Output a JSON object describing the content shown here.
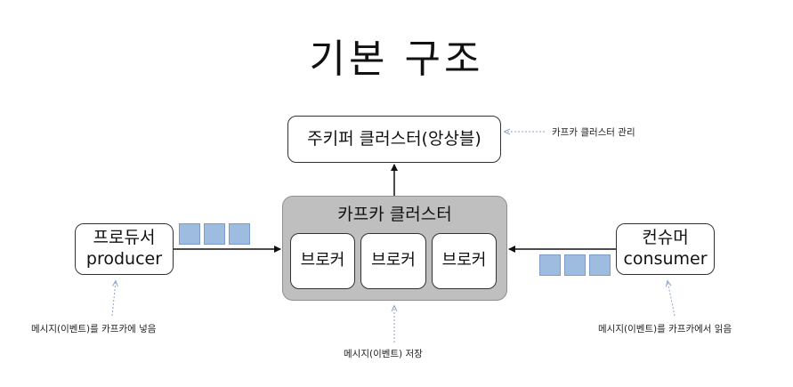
{
  "title": "기본 구조",
  "zookeeper": {
    "label": "주키퍼 클러스터(앙상블)"
  },
  "kafka_cluster": {
    "label": "카프카 클러스터",
    "brokers": [
      "브로커",
      "브로커",
      "브로커"
    ]
  },
  "producer": {
    "label_ko": "프로듀서",
    "label_en": "producer"
  },
  "consumer": {
    "label_ko": "컨슈머",
    "label_en": "consumer"
  },
  "notes": {
    "zookeeper": "카프카 클러스터 관리",
    "producer": "메시지(이벤트)를 카프카에 넣음",
    "cluster": "메시지(이벤트) 저장",
    "consumer": "메시지(이벤트)를 카프카에서 읽음"
  },
  "colors": {
    "message_block": "#9ebbe0",
    "cluster_fill": "#bfbfbf",
    "note_arrow": "#8fa3c7"
  }
}
